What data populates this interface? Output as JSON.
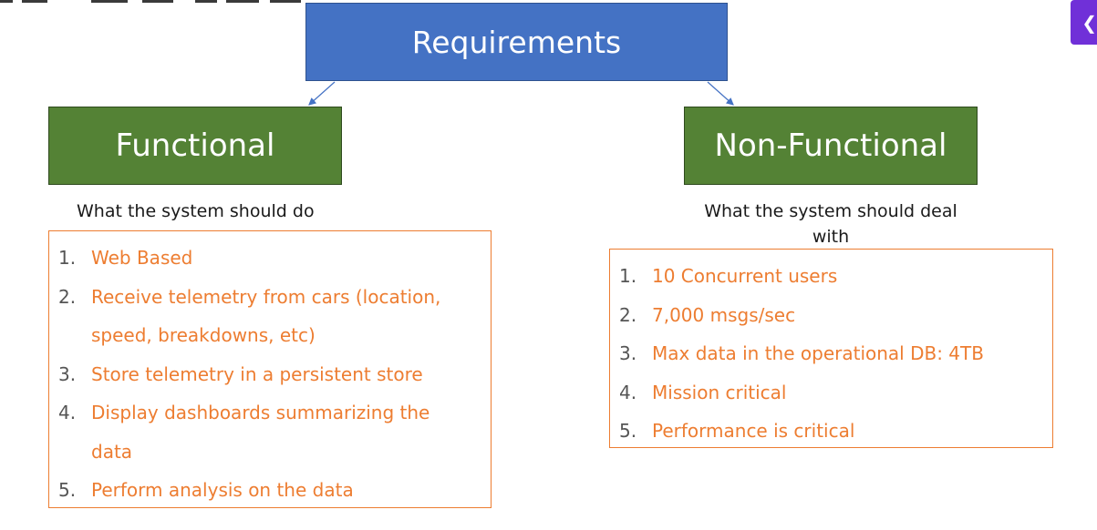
{
  "root": {
    "label": "Requirements"
  },
  "functional": {
    "label": "Functional",
    "caption": "What the system should do",
    "items": [
      {
        "num": "1.",
        "text": "Web Based"
      },
      {
        "num": "2.",
        "text": "Receive telemetry from cars (location, speed, breakdowns, etc)"
      },
      {
        "num": "3.",
        "text": "Store telemetry in a persistent store"
      },
      {
        "num": "4.",
        "text": "Display dashboards summarizing the data"
      },
      {
        "num": "5.",
        "text": "Perform analysis on the data"
      }
    ]
  },
  "nonfunctional": {
    "label": "Non-Functional",
    "caption": "What the system should deal with",
    "items": [
      {
        "num": "1.",
        "text": "10 Concurrent users"
      },
      {
        "num": "2.",
        "text": "7,000 msgs/sec"
      },
      {
        "num": "3.",
        "text": "Max data in the operational DB: 4TB"
      },
      {
        "num": "4.",
        "text": "Mission critical"
      },
      {
        "num": "5.",
        "text": "Performance is critical"
      }
    ]
  },
  "colors": {
    "root_fill": "#4472c4",
    "category_fill": "#548235",
    "list_text": "#ed7d31",
    "list_border": "#ed7d31",
    "side_tab": "#7030d8"
  },
  "icons": {
    "side_tab": "chevron-left-icon"
  }
}
